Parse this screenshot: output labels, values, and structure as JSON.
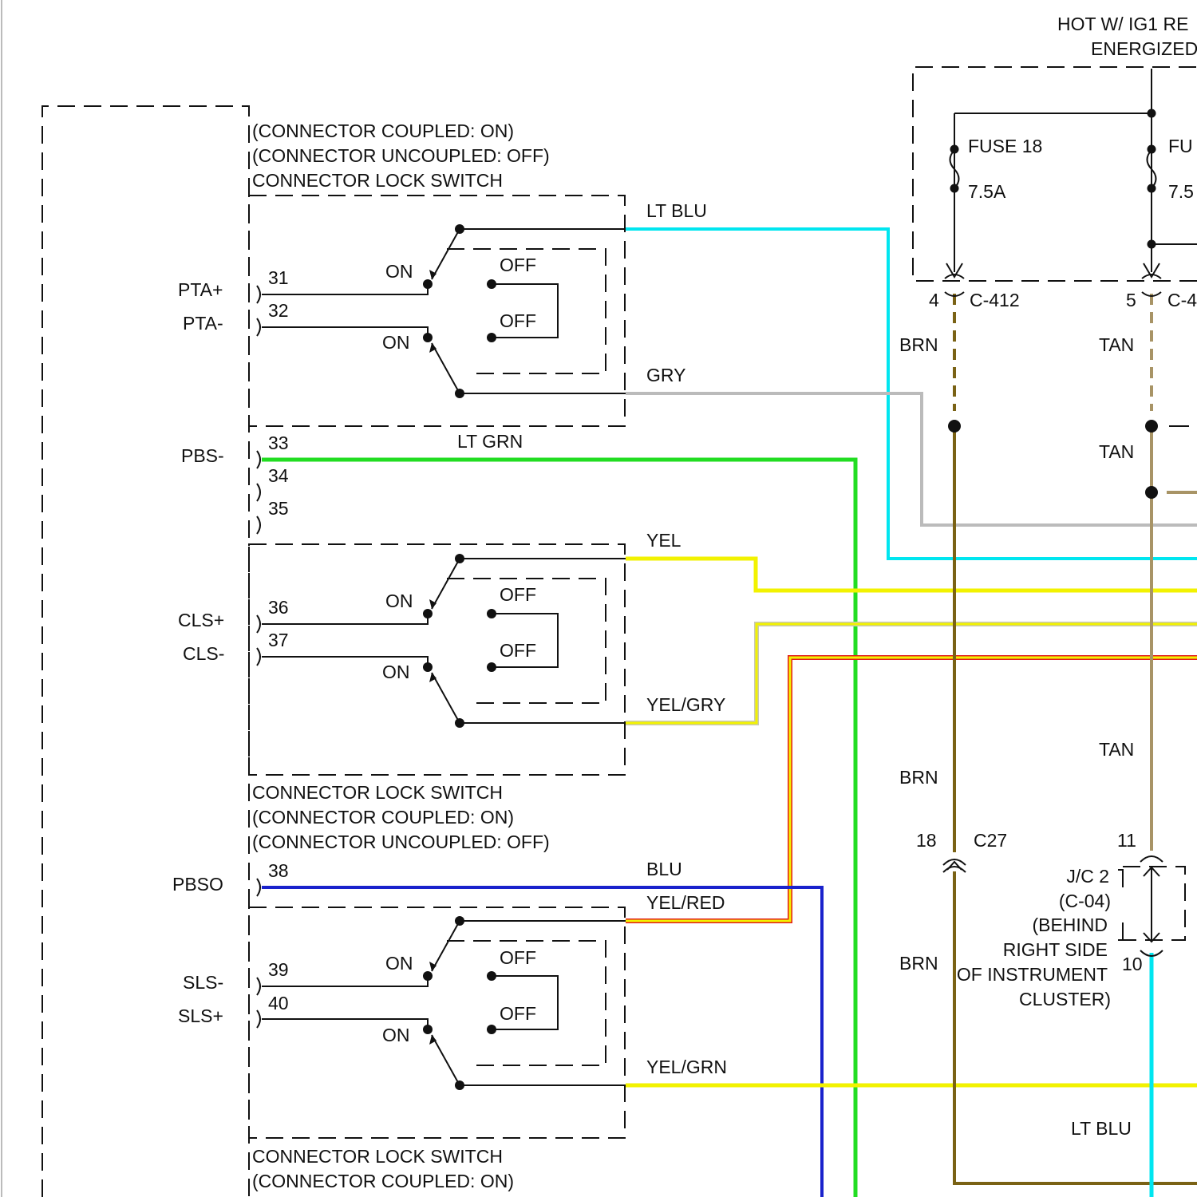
{
  "title": {
    "line1": "HOT W/ IG1 RE",
    "line2": "ENERGIZED"
  },
  "colors": {
    "lt_blu": "#00E6F0",
    "gry": "#BBBBBB",
    "lt_grn": "#22DD22",
    "yel": "#F2F200",
    "yel_gry_border": "#C8C8B4",
    "yel_red_border": "#E21A1A",
    "blu": "#1A22CC",
    "brn": "#7A6215",
    "tan": "#A89466",
    "ink": "#111111"
  },
  "switch_labels": {
    "top_coupled": "(CONNECTOR COUPLED: ON)",
    "top_uncoupled": "(CONNECTOR UNCOUPLED: OFF)",
    "top_name": "CONNECTOR LOCK SWITCH",
    "mid_name": "CONNECTOR LOCK SWITCH",
    "mid_coupled": "(CONNECTOR COUPLED: ON)",
    "mid_uncoupled": "(CONNECTOR UNCOUPLED: OFF)",
    "bot_name": "CONNECTOR LOCK SWITCH",
    "bot_coupled": "(CONNECTOR COUPLED: ON)"
  },
  "switch_states": {
    "on": "ON",
    "off": "OFF"
  },
  "signals": {
    "pta_plus": "PTA+",
    "pta_minus": "PTA-",
    "pbs_minus": "PBS-",
    "cls_plus": "CLS+",
    "cls_minus": "CLS-",
    "pbso": "PBSO",
    "sls_minus": "SLS-",
    "sls_plus": "SLS+"
  },
  "pins": {
    "p31": "31",
    "p32": "32",
    "p33": "33",
    "p34": "34",
    "p35": "35",
    "p36": "36",
    "p37": "37",
    "p38": "38",
    "p39": "39",
    "p40": "40",
    "c412_4": "4",
    "c412_5": "5",
    "c27_18": "18",
    "jc_11": "11",
    "jc_10": "10"
  },
  "wires": {
    "lt_blu": "LT BLU",
    "gry": "GRY",
    "lt_grn": "LT GRN",
    "yel": "YEL",
    "yel_gry": "YEL/GRY",
    "blu": "BLU",
    "yel_red": "YEL/RED",
    "yel_grn": "YEL/GRN",
    "brn_1": "BRN",
    "brn_2": "BRN",
    "brn_3": "BRN",
    "tan_1": "TAN",
    "tan_2": "TAN",
    "tan_3": "TAN",
    "lt_blu_2": "LT BLU"
  },
  "fuses": {
    "fuse18_name": "FUSE 18",
    "fuse18_rating": "7.5A",
    "fuse2_name": "FU",
    "fuse2_rating": "7.5"
  },
  "connectors": {
    "c412": "C-412",
    "c4_partial": "C-4",
    "c27": "C27"
  },
  "junction": {
    "line1": "J/C 2",
    "line2": "(C-04)",
    "line3": "(BEHIND",
    "line4": "RIGHT SIDE",
    "line5": "OF INSTRUMENT",
    "line6": "CLUSTER)"
  }
}
